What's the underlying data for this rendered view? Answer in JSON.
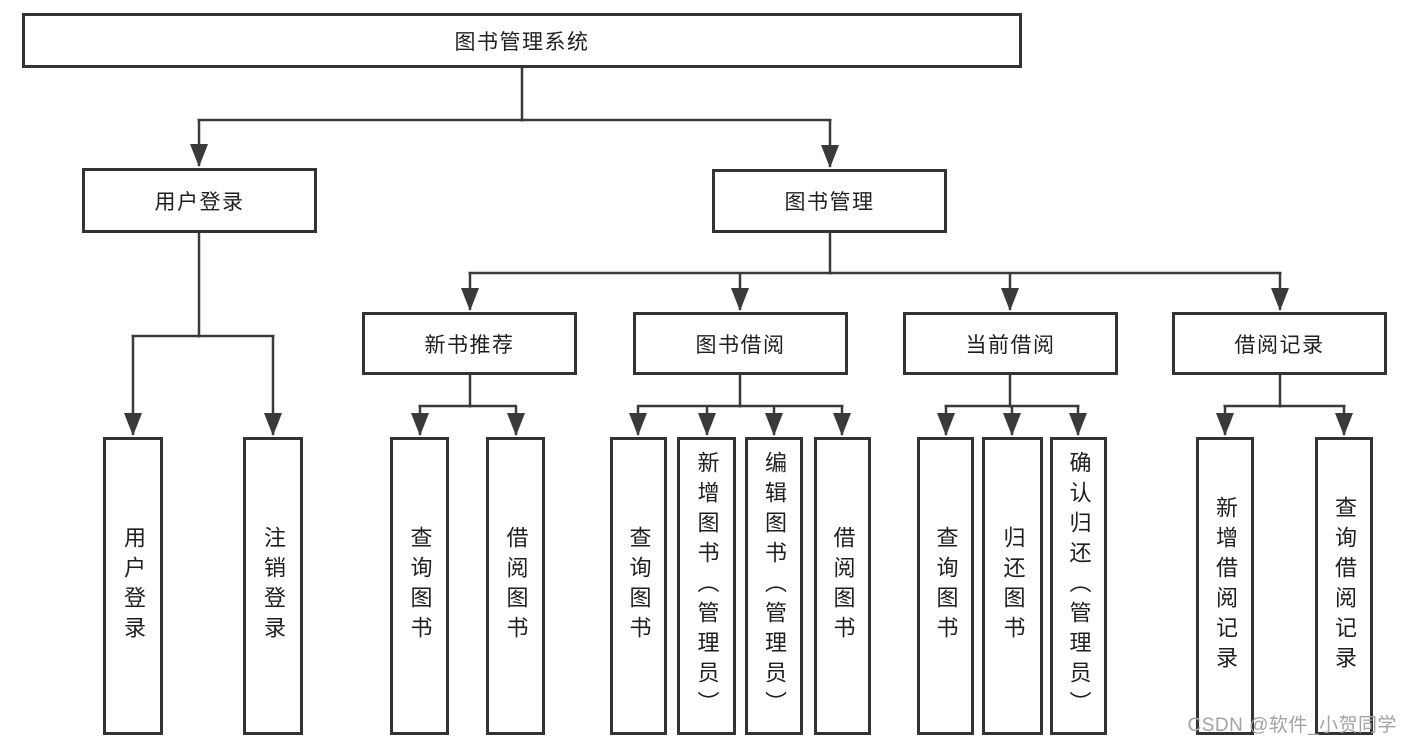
{
  "title": "图书管理系统",
  "branches": {
    "user_login": {
      "label": "用户登录",
      "children": [
        "用户登录",
        "注销登录"
      ]
    },
    "book_mgmt": {
      "label": "图书管理"
    }
  },
  "sections": {
    "new_books": {
      "label": "新书推荐",
      "children": [
        "查询图书",
        "借阅图书"
      ]
    },
    "borrow": {
      "label": "图书借阅",
      "children": [
        "查询图书",
        "新增图书（管理员）",
        "编辑图书（管理员）",
        "借阅图书"
      ]
    },
    "current": {
      "label": "当前借阅",
      "children": [
        "查询图书",
        "归还图书",
        "确认归还（管理员）"
      ]
    },
    "records": {
      "label": "借阅记录",
      "children": [
        "新增借阅记录",
        "查询借阅记录"
      ]
    }
  },
  "watermark": "CSDN @软件_小贺同学",
  "colors": {
    "line": "#3a3a3a",
    "border": "#333333",
    "text": "#1f1f1f",
    "watermark": "#a3a3a3",
    "background": "#ffffff"
  }
}
